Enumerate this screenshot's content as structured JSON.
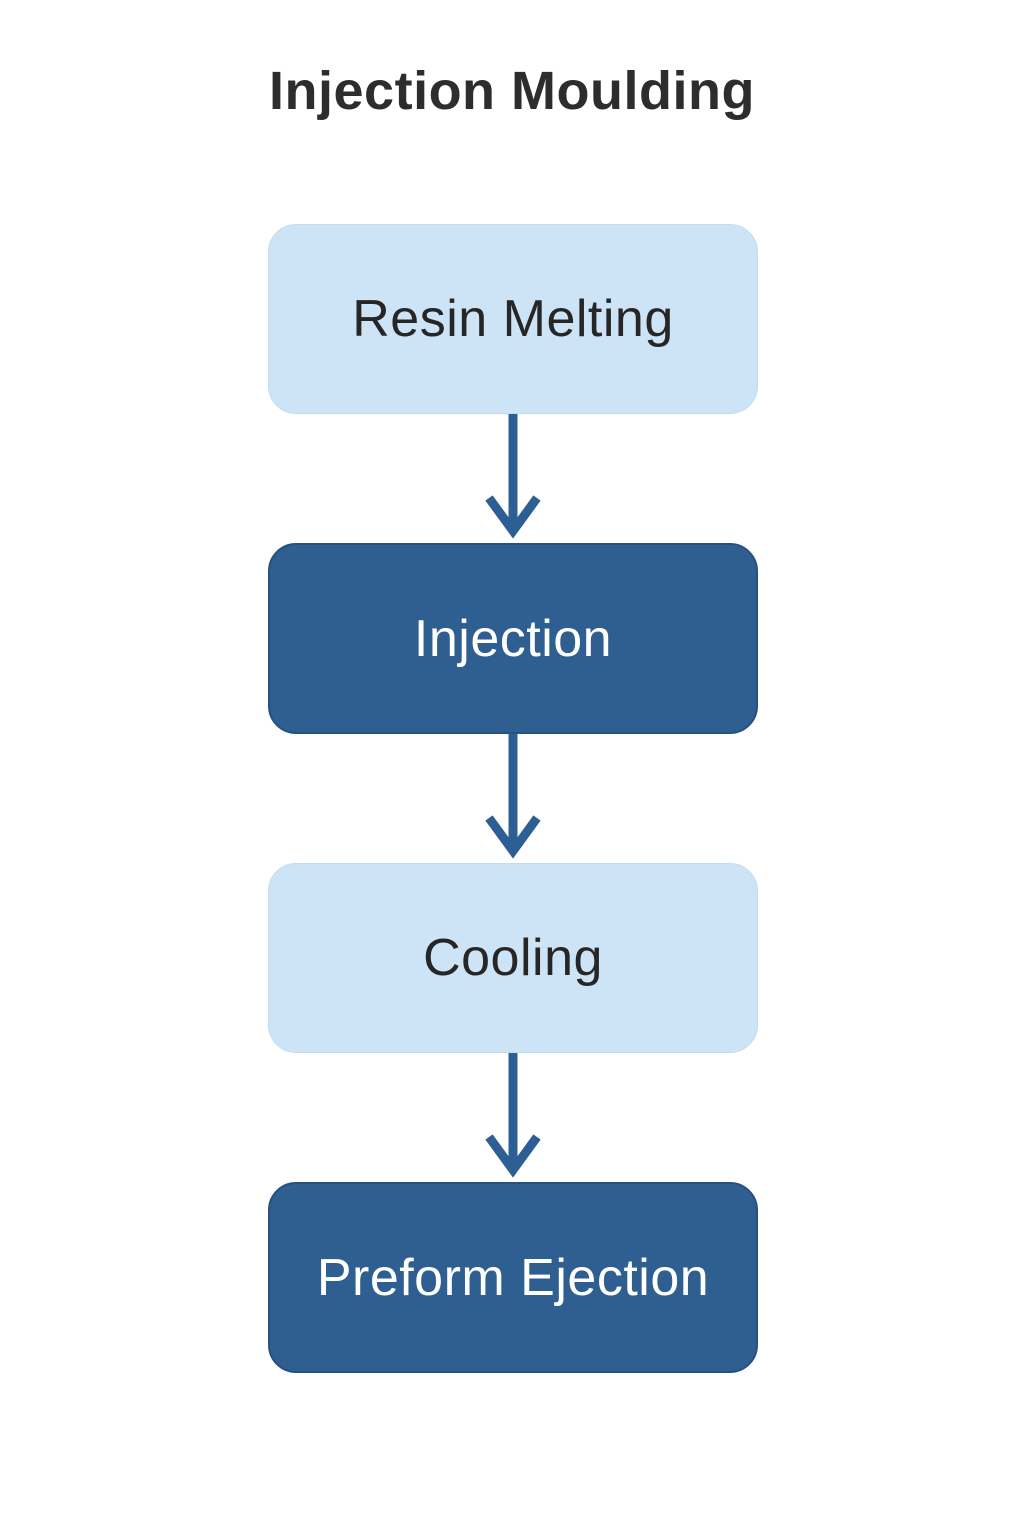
{
  "diagram": {
    "title": "Injection Moulding",
    "type": "flowchart",
    "direction": "top-down",
    "steps": [
      {
        "order": 1,
        "label": "Resin Melting",
        "variant": "light"
      },
      {
        "order": 2,
        "label": "Injection",
        "variant": "dark"
      },
      {
        "order": 3,
        "label": "Cooling",
        "variant": "light"
      },
      {
        "order": 4,
        "label": "Preform Ejection",
        "variant": "dark"
      }
    ],
    "edges": [
      {
        "from": "Resin Melting",
        "to": "Injection"
      },
      {
        "from": "Injection",
        "to": "Cooling"
      },
      {
        "from": "Cooling",
        "to": "Preform Ejection"
      }
    ],
    "colors": {
      "background": "#ffffff",
      "light_node_fill": "#cde3f6",
      "light_node_text": "#262626",
      "dark_node_fill": "#2f5e90",
      "dark_node_border": "#27517e",
      "dark_node_text": "#ffffff",
      "arrow": "#2e5f94",
      "title_text": "#2d2d2d"
    }
  }
}
